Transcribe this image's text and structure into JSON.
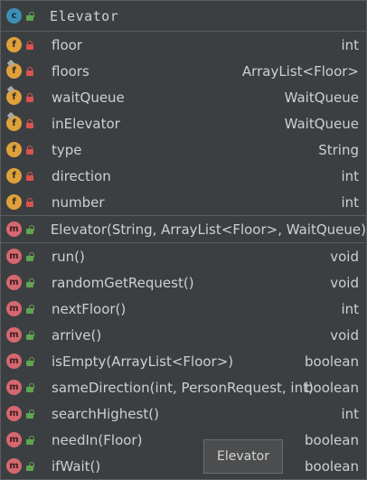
{
  "header": {
    "title": "Elevator",
    "icon": "class-icon"
  },
  "fields": [
    {
      "name": "floor",
      "type": "int",
      "pinned": false
    },
    {
      "name": "floors",
      "type": "ArrayList<Floor>",
      "pinned": true
    },
    {
      "name": "waitQueue",
      "type": "WaitQueue",
      "pinned": true
    },
    {
      "name": "inElevator",
      "type": "WaitQueue",
      "pinned": true
    },
    {
      "name": "type",
      "type": "String",
      "pinned": false
    },
    {
      "name": "direction",
      "type": "int",
      "pinned": false
    },
    {
      "name": "number",
      "type": "int",
      "pinned": false
    }
  ],
  "constructor": {
    "name": "Elevator(String, ArrayList<Floor>, WaitQueue)",
    "type": ""
  },
  "methods": [
    {
      "name": "run()",
      "type": "void"
    },
    {
      "name": "randomGetRequest()",
      "type": "void"
    },
    {
      "name": "nextFloor()",
      "type": "int"
    },
    {
      "name": "arrive()",
      "type": "void"
    },
    {
      "name": "isEmpty(ArrayList<Floor>)",
      "type": "boolean"
    },
    {
      "name": "sameDirection(int, PersonRequest, int)",
      "type": "boolean"
    },
    {
      "name": "searchHighest()",
      "type": "int"
    },
    {
      "name": "needIn(Floor)",
      "type": "boolean"
    },
    {
      "name": "ifWait()",
      "type": "boolean"
    }
  ],
  "tooltip": {
    "text": "Elevator"
  },
  "badges": {
    "class": "c",
    "field": "f",
    "method": "m"
  },
  "colors": {
    "field_badge": "#e0a03a",
    "method_badge": "#d4686e",
    "class_badge": "#3c8fb5",
    "private_lock": "#d9534f",
    "public_lock": "#5fa44f"
  }
}
